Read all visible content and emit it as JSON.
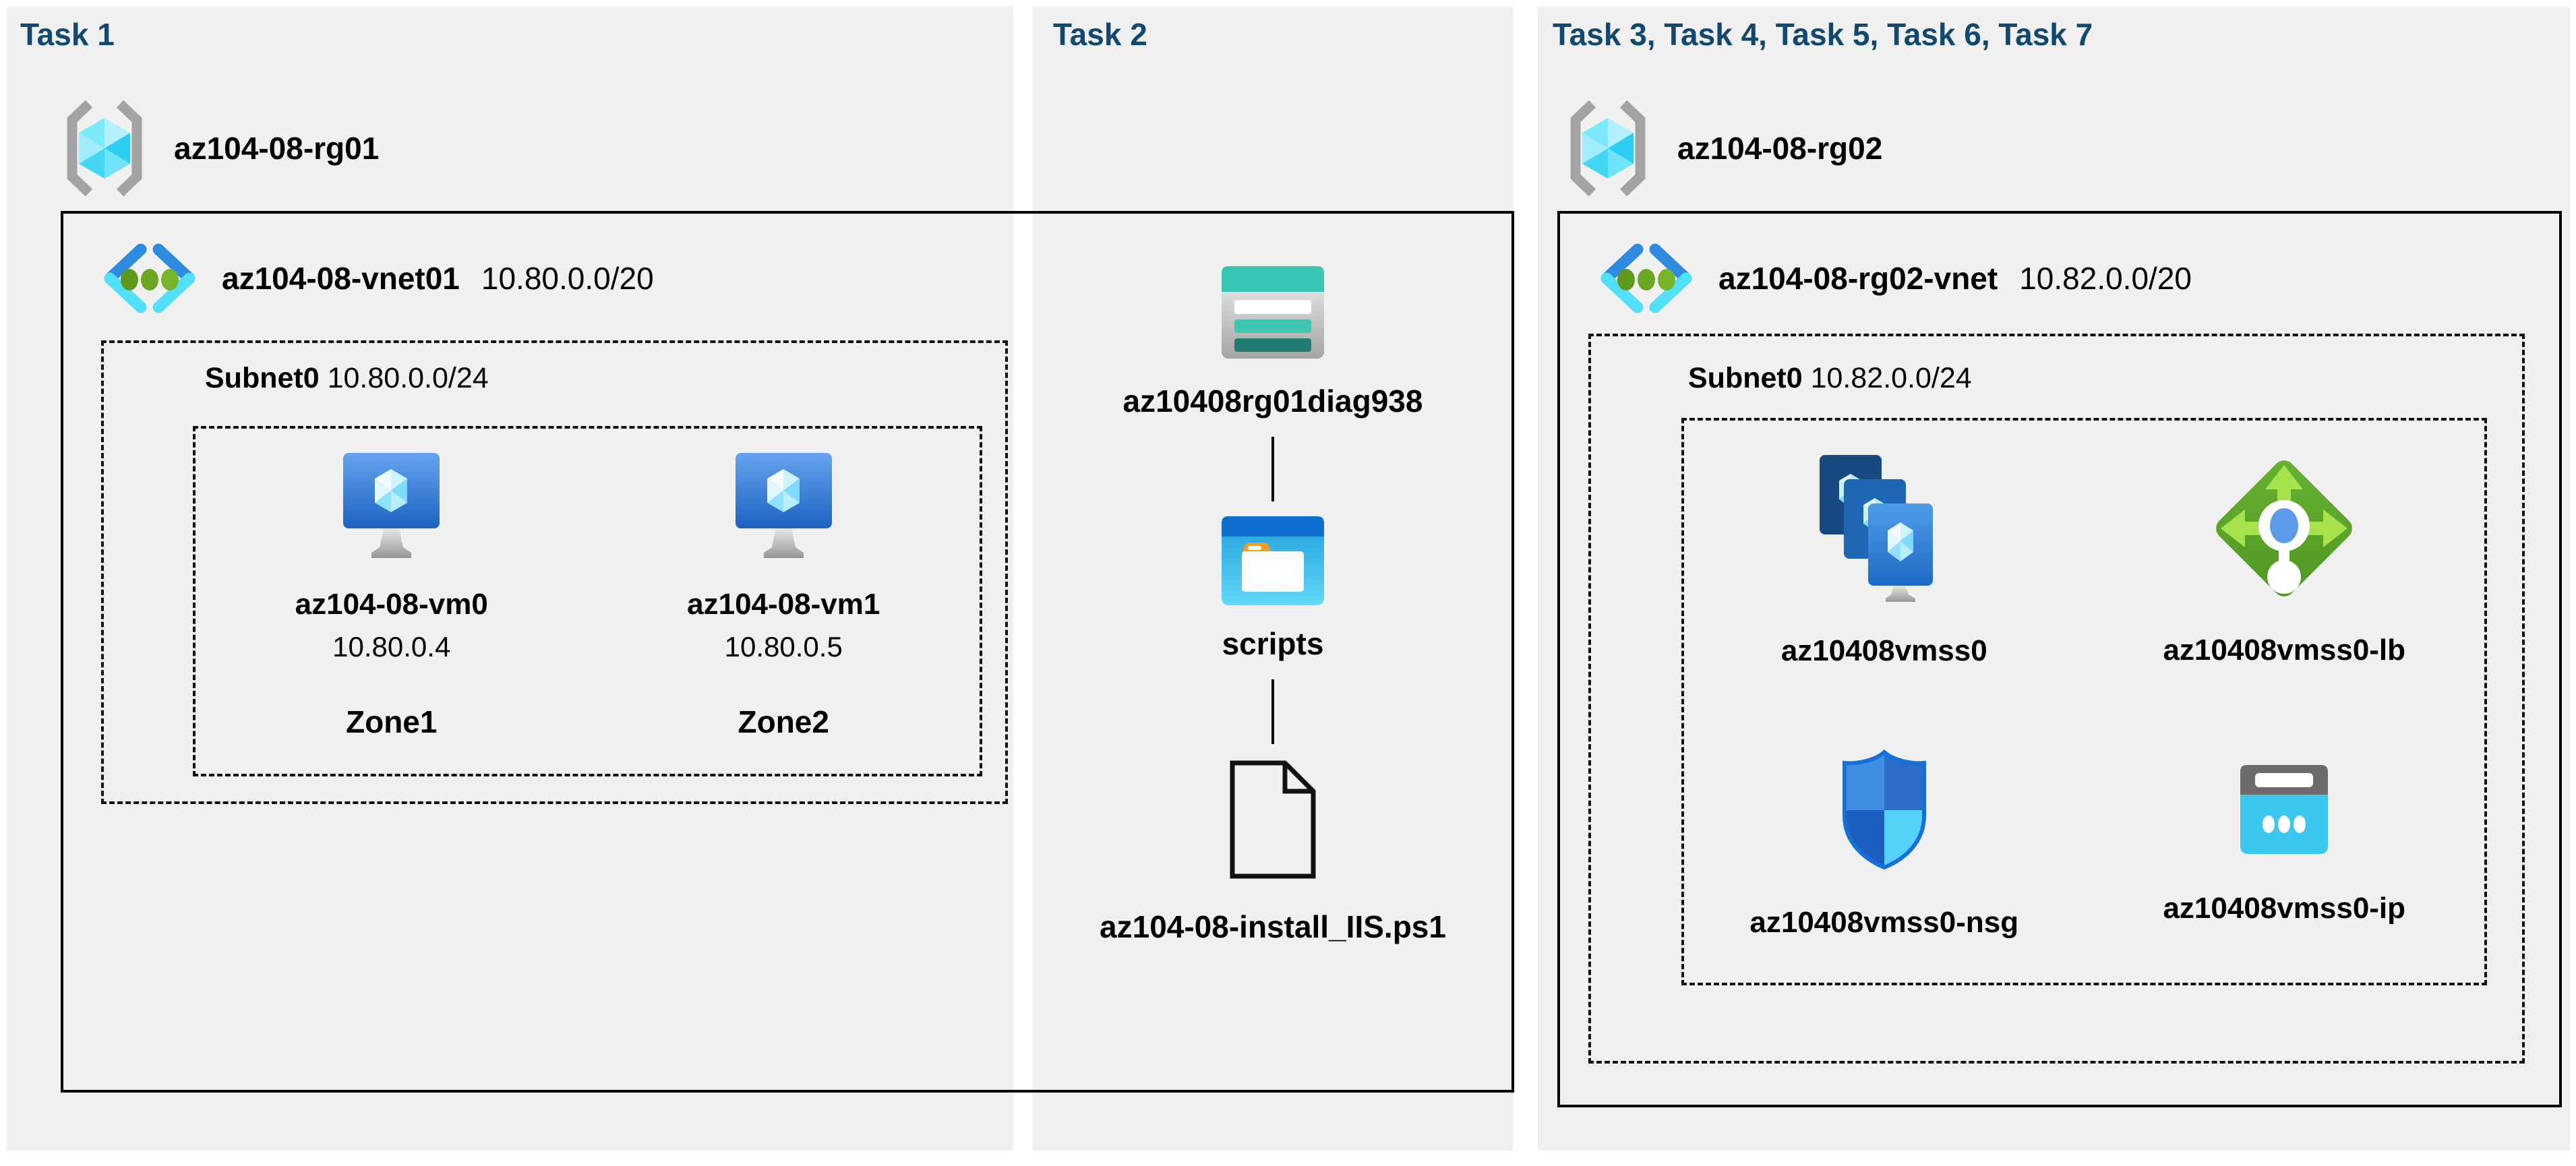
{
  "task1": {
    "title": "Task 1",
    "resource_group": "az104-08-rg01",
    "vnet": {
      "name": "az104-08-vnet01",
      "cidr": "10.80.0.0/20"
    },
    "subnet": {
      "name": "Subnet0",
      "cidr": "10.80.0.0/24"
    },
    "vms": [
      {
        "name": "az104-08-vm0",
        "ip": "10.80.0.4",
        "zone": "Zone1",
        "icon": "virtual-machine-icon"
      },
      {
        "name": "az104-08-vm1",
        "ip": "10.80.0.5",
        "zone": "Zone2",
        "icon": "virtual-machine-icon"
      }
    ]
  },
  "task2": {
    "title": "Task 2",
    "storage_account": {
      "name": "az10408rg01diag938",
      "icon": "storage-account-icon"
    },
    "container": {
      "name": "scripts",
      "icon": "blob-container-folder-icon"
    },
    "file": {
      "name": "az104-08-install_IIS.ps1",
      "icon": "file-document-icon"
    }
  },
  "task3": {
    "title": "Task 3, Task 4, Task 5, Task 6, Task 7",
    "resource_group": "az104-08-rg02",
    "vnet": {
      "name": "az104-08-rg02-vnet",
      "cidr": "10.82.0.0/20"
    },
    "subnet": {
      "name": "Subnet0",
      "cidr": "10.82.0.0/24"
    },
    "resources": [
      {
        "name": "az10408vmss0",
        "icon": "vm-scale-set-icon"
      },
      {
        "name": "az10408vmss0-lb",
        "icon": "load-balancer-icon"
      },
      {
        "name": "az10408vmss0-nsg",
        "icon": "network-security-group-icon"
      },
      {
        "name": "az10408vmss0-ip",
        "icon": "public-ip-icon"
      }
    ]
  },
  "colors": {
    "panel_background": "#f0f0f1",
    "task_title": "#11486f",
    "diagram_text": "#000000",
    "box_border": "#000000",
    "vnet_blue": "#2e8ce0",
    "vnet_cyan": "#50e0fa",
    "vnet_dot_green": "#6aa621",
    "storage_teal": "#37c6b4",
    "storage_teal_dark": "#217c72",
    "lb_green": "#58a32a",
    "lb_arrow_green": "#a6e24b",
    "ip_cyan": "#3ac8ee",
    "rg_bracket_gray": "#a3a3a3"
  }
}
